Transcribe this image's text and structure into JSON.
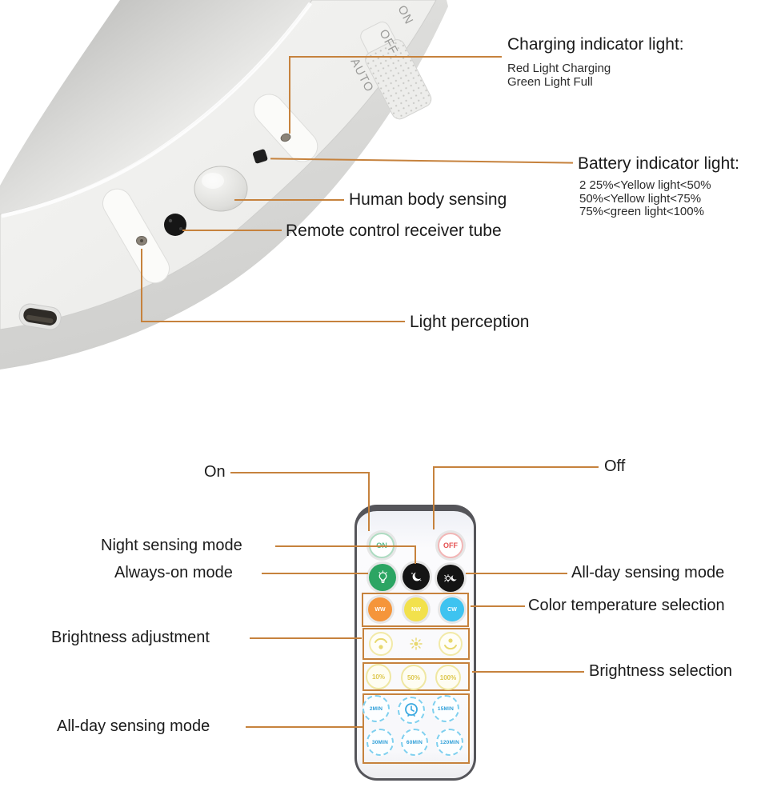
{
  "top": {
    "switch_labels": [
      "ON",
      "OFF",
      "AUTO"
    ],
    "charging": {
      "title": "Charging indicator light:",
      "line1": "Red Light Charging",
      "line2": "Green Light Full"
    },
    "battery": {
      "title": "Battery indicator light:",
      "line1": "2 25%<Yellow light<50%",
      "line2": "50%<Yellow light<75%",
      "line3": "75%<green light<100%"
    },
    "human_body_label": "Human body sensing",
    "receiver_label": "Remote control receiver tube",
    "light_label": "Light perception"
  },
  "bottom": {
    "on_label": "On",
    "off_label": "Off",
    "night_label": "Night sensing mode",
    "always_label": "Always-on mode",
    "allday_right_label": "All-day sensing mode",
    "colortemp_label": "Color temperature selection",
    "brightadj_label": "Brightness adjustment",
    "brightsel_label": "Brightness selection",
    "allday_left_label": "All-day sensing mode",
    "remote": {
      "power": {
        "on": "ON",
        "off": "OFF"
      },
      "color_temp": [
        "WW",
        "NW",
        "CW"
      ],
      "brightness_levels": [
        "10%",
        "50%",
        "100%"
      ],
      "timers_row1": [
        "2MIN",
        "15MIN"
      ],
      "timers_row2": [
        "30MIN",
        "60MIN",
        "120MIN"
      ]
    }
  },
  "colors": {
    "annotation_line": "#c6823d",
    "on_text": "#57b989",
    "off_text": "#e44f4f",
    "mode_green": "#2ca563",
    "mode_black": "#141414",
    "warm_white": "#f5953a",
    "neutral_white": "#f2e14c",
    "cool_white": "#3ec3f0",
    "timer_blue": "#2f9fd8",
    "brightness_yellow": "#e8d86e"
  }
}
